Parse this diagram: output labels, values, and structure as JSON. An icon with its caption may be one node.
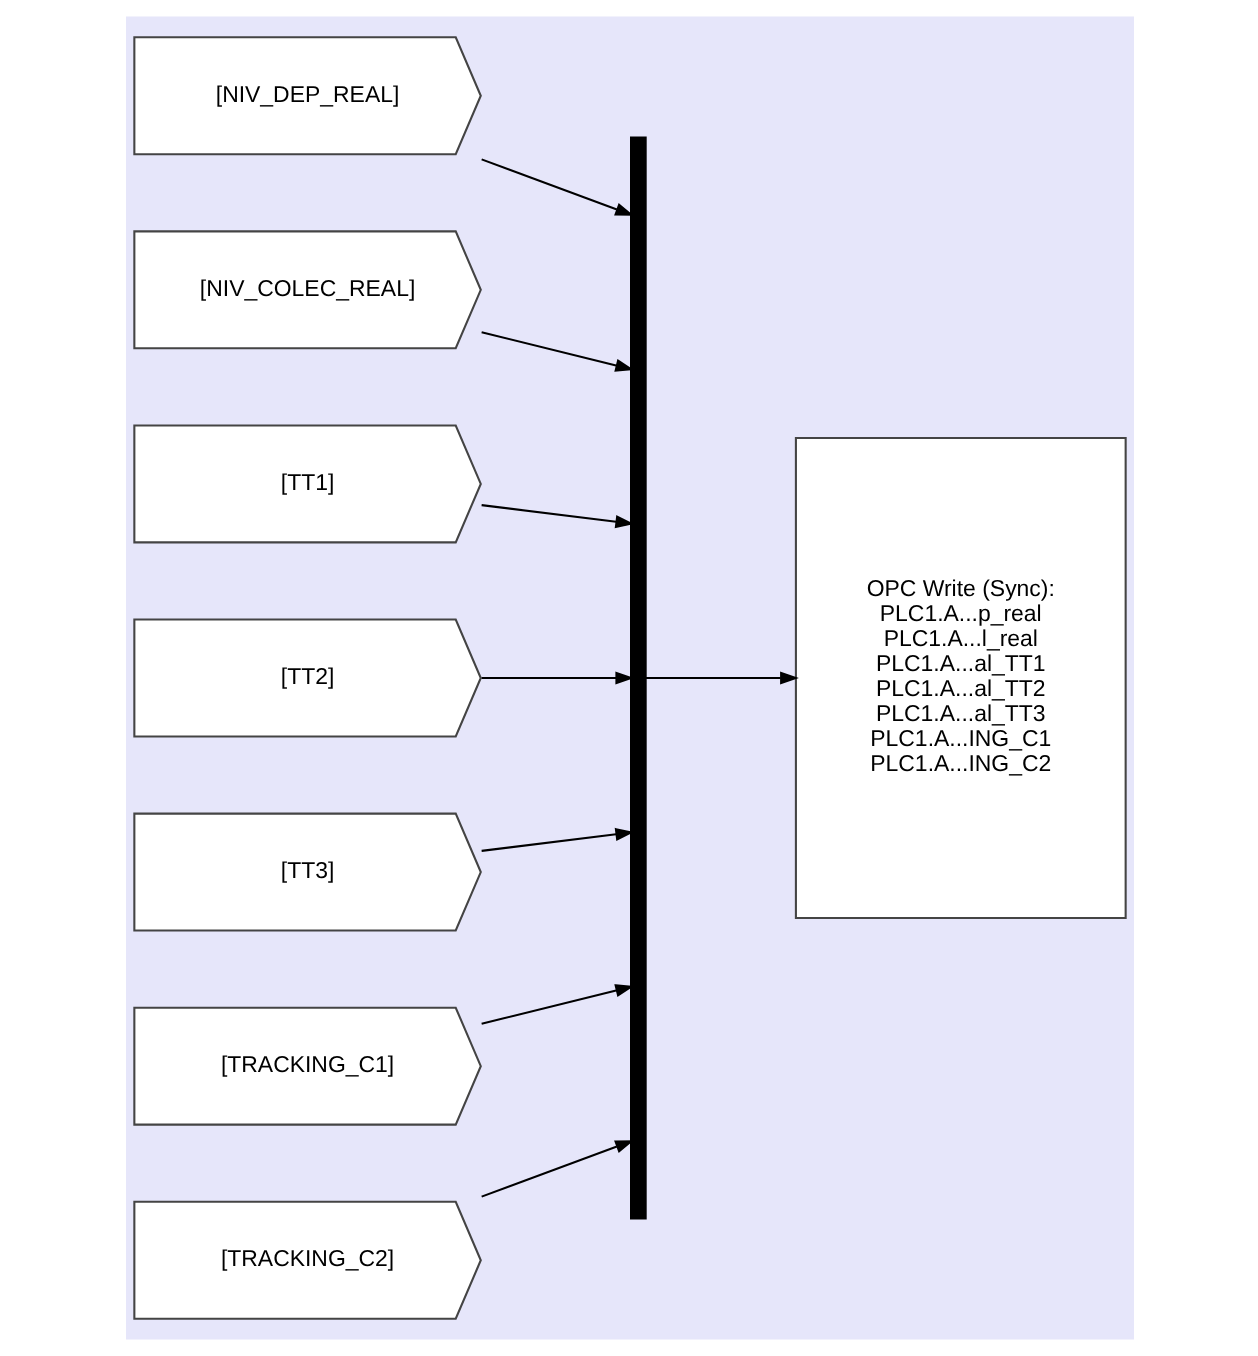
{
  "diagram": {
    "nodes": [
      {
        "text": [
          "[NIV_DEP_REAL]"
        ]
      },
      {
        "text": [
          "[NIV_COLEC_REAL]"
        ]
      },
      {
        "text": [
          "[TT1]"
        ]
      },
      {
        "text": [
          "[TT2]"
        ]
      },
      {
        "text": [
          "[TT3]"
        ]
      },
      {
        "text": [
          "[TRACKING_C1]"
        ]
      },
      {
        "text": [
          "[TRACKING_C2]"
        ]
      },
      {
        "text": [],
        "shape": "bar"
      },
      {
        "text": [
          "OPC Write (Sync):",
          "PLC1.A...p_real",
          "PLC1.A...l_real",
          "PLC1.A...al_TT1",
          "PLC1.A...al_TT2",
          "PLC1.A...al_TT3",
          "PLC1.A...ING_C1",
          "PLC1.A...ING_C2"
        ]
      }
    ],
    "edges": [
      {
        "from": 0,
        "to": 7,
        "arrow": "to"
      },
      {
        "from": 1,
        "to": 7,
        "arrow": "to"
      },
      {
        "from": 2,
        "to": 7,
        "arrow": "to"
      },
      {
        "from": 3,
        "to": 7,
        "arrow": "to"
      },
      {
        "from": 4,
        "to": 7,
        "arrow": "to"
      },
      {
        "from": 5,
        "to": 7,
        "arrow": "to"
      },
      {
        "from": 6,
        "to": 7,
        "arrow": "to"
      },
      {
        "from": 7,
        "to": 8,
        "arrow": "to"
      }
    ]
  }
}
